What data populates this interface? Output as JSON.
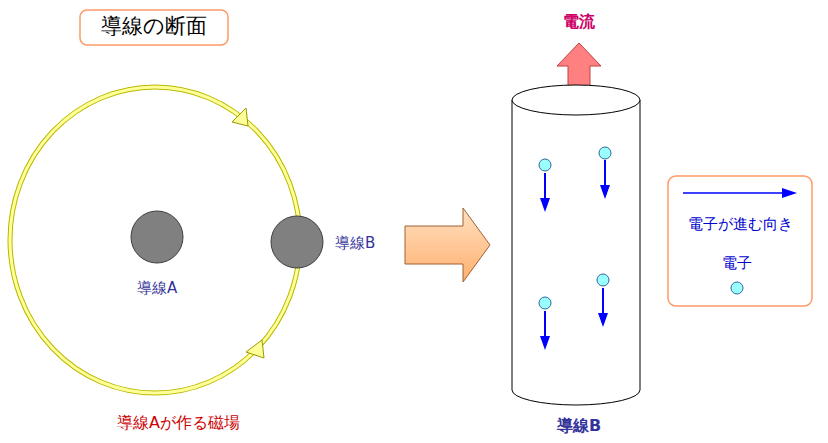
{
  "diagram": {
    "title": "導線の断面",
    "nodes": [
      {
        "text": [
          "導線A"
        ]
      },
      {
        "text": [
          "導線B"
        ]
      },
      {
        "text": [
          "導線B"
        ]
      }
    ],
    "labels": [
      "導線Aが作る磁場",
      "電流"
    ],
    "legend": [
      {
        "text": "電子が進む向き"
      },
      {
        "text": "電子"
      }
    ]
  }
}
